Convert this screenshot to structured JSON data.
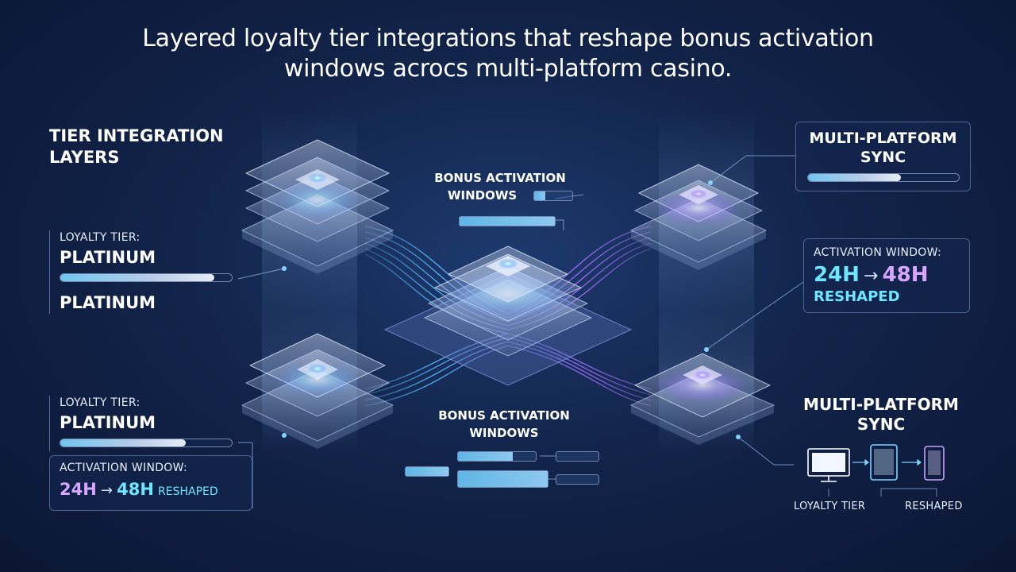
{
  "title": {
    "line1": "Layered loyalty tier integrations that reshape bonus activation",
    "line2": "windows acrocs multi-platform casino."
  },
  "left": {
    "heading_line1": "TIER INTEGRATION",
    "heading_line2": "LAYERS",
    "card1": {
      "label": "LOYALTY TIER:",
      "value": "PLATINUM",
      "progress": 0.9,
      "value2": "PLATINUM"
    },
    "card2": {
      "label": "LOYALTY TIER:",
      "value": "PLATINUM",
      "progress": 0.73,
      "window_label": "ACTIVATION WINDOW:",
      "from": "24H",
      "arrow": "→",
      "to": "48H",
      "suffix": "RESHAPED"
    }
  },
  "center": {
    "top_label_line1": "BONUS ACTIVATION",
    "top_label_line2": "WINDOWS",
    "bottom_label_line1": "BONUS ACTIVATION",
    "bottom_label_line2": "WINDOWS"
  },
  "right": {
    "sync_top": {
      "line1": "MULTI-PLATFORM",
      "line2": "SYNC",
      "progress": 0.62
    },
    "activation": {
      "label": "ACTIVATION WINDOW:",
      "from": "24H",
      "arrow": "→",
      "to": "48H",
      "status": "RESHAPED"
    },
    "sync_bottom": {
      "line1": "MULTI-PLATFORM",
      "line2": "SYNC",
      "left_caption": "LOYALTY TIER",
      "right_caption": "RESHAPED"
    }
  },
  "colors": {
    "background": "#12244a",
    "accent_cyan": "#6ee6ff",
    "accent_purple": "#d9a6ff",
    "flow_blue": "#4aa8ff",
    "flow_violet": "#9b6bff"
  },
  "icons": [
    "monitor-icon",
    "tablet-icon",
    "phone-icon"
  ]
}
